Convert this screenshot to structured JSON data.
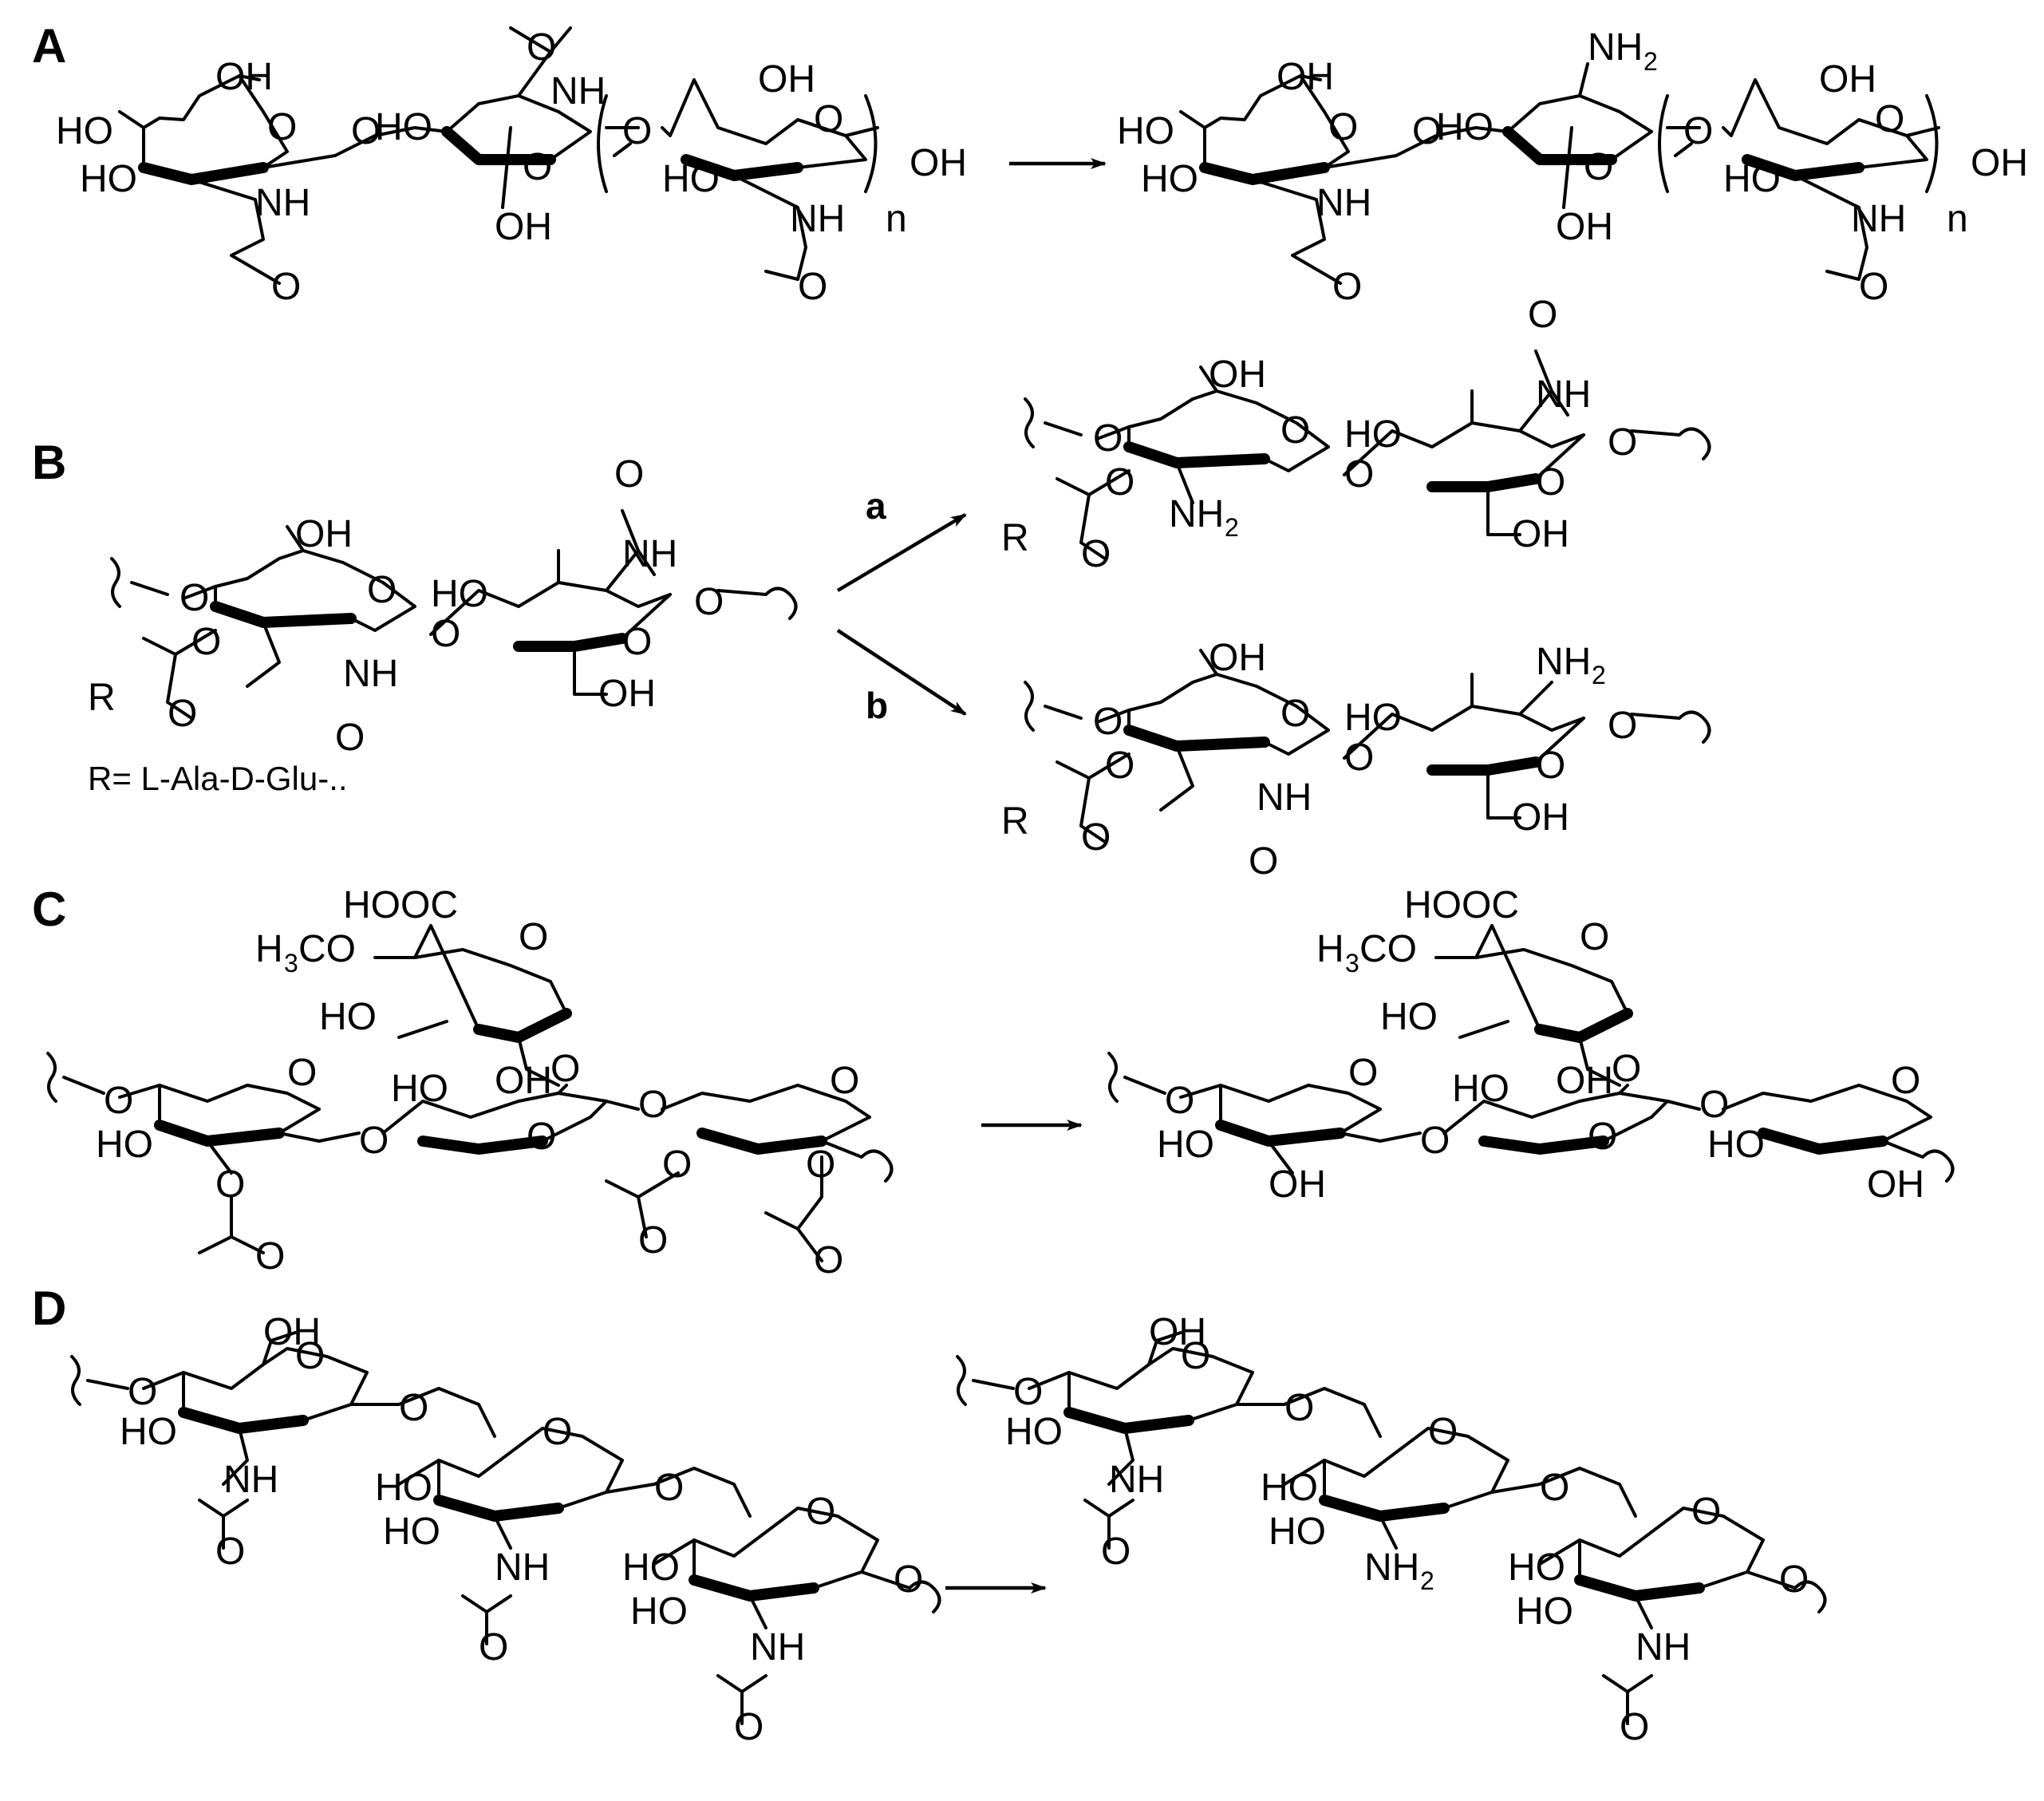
{
  "panels": {
    "A": {
      "label": "A",
      "repeat": "n"
    },
    "B": {
      "label": "B",
      "r_definition": "R= L-Ala-D-Glu-..",
      "pathway_a": "a",
      "pathway_b": "b"
    },
    "C": {
      "label": "C"
    },
    "D": {
      "label": "D"
    }
  },
  "atoms": {
    "OH": "OH",
    "HO": "HO",
    "O": "O",
    "NH": "NH",
    "NH2": "NH",
    "NH2_sub": "2",
    "R": "R",
    "HOOC": "HOOC",
    "H3CO": "H",
    "H3CO_sub": "3",
    "H3CO_tail": "CO"
  }
}
